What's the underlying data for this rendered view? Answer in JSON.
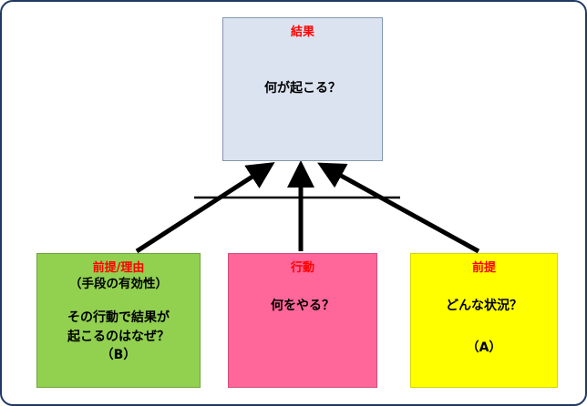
{
  "diagram": {
    "result_box": {
      "title": "結果",
      "question": "何が起こる？"
    },
    "premise_reason_box": {
      "title": "前提/理由",
      "subtitle": "（手段の有効性）",
      "question_line1": "その行動で結果が",
      "question_line2": "起こるのはなぜ？",
      "label": "（B）"
    },
    "action_box": {
      "title": "行動",
      "question": "何をやる？"
    },
    "premise_box": {
      "title": "前提",
      "question": "どんな状況？",
      "label": "（A）"
    },
    "colors": {
      "result_fill": "#dbe3f0",
      "premise_reason_fill": "#92d050",
      "action_fill": "#ff6699",
      "premise_fill": "#ffff00",
      "title_text": "#ff0000",
      "body_text": "#000000",
      "arrow": "#000000",
      "outer_border": "#1f3864"
    }
  }
}
